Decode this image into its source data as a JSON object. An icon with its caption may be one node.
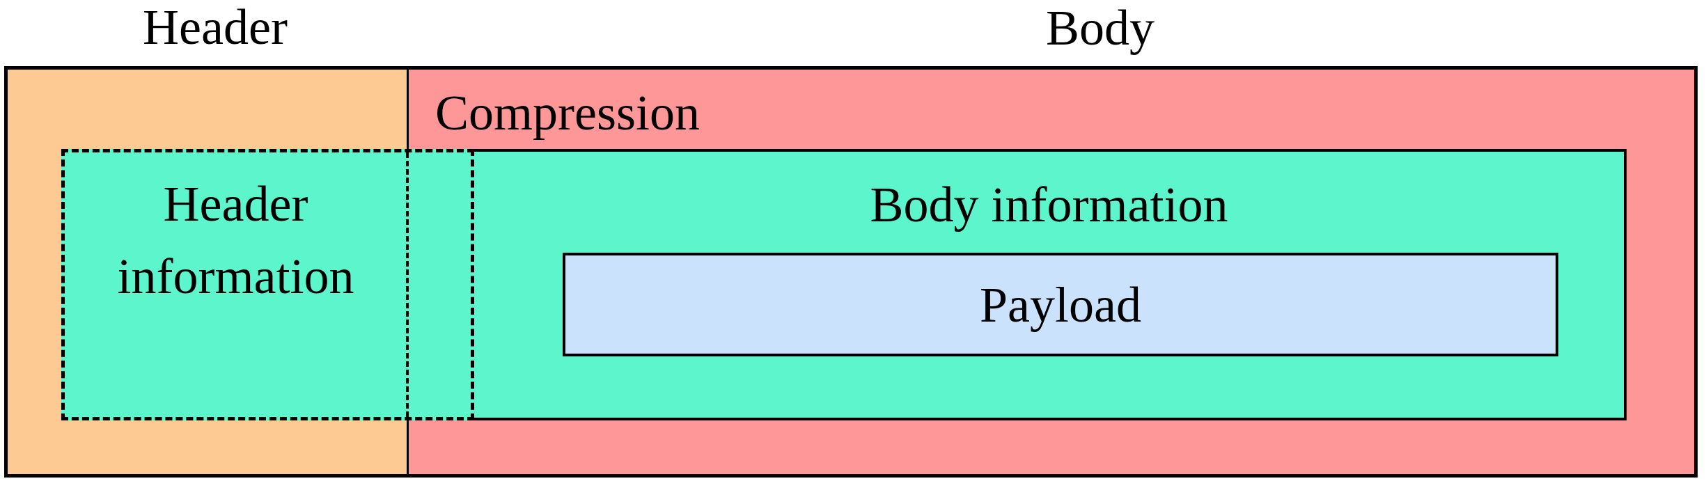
{
  "diagram": {
    "nodes": [
      {
        "text": [
          "Header"
        ]
      },
      {
        "text": [
          "Body",
          "Compression"
        ]
      },
      {
        "text": [
          "Header information"
        ]
      },
      {
        "text": [
          "Body information"
        ],
        "in": 1
      },
      {
        "text": [
          "Payload"
        ],
        "in": 3
      }
    ]
  }
}
